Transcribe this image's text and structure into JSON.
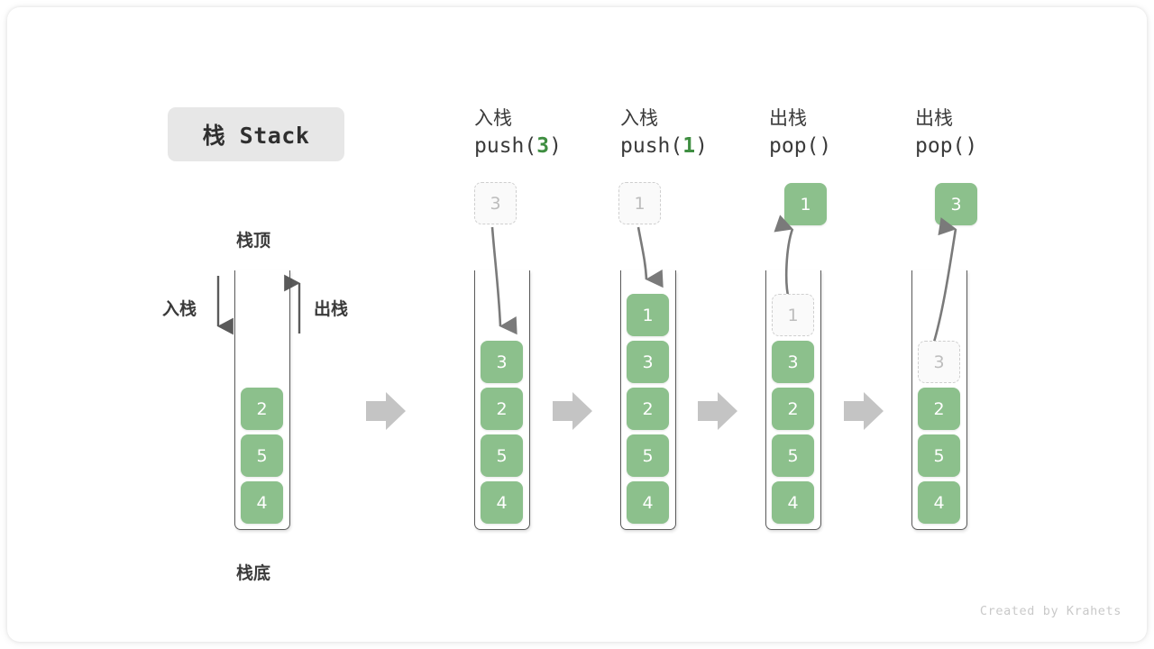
{
  "title": {
    "chip_label": "栈 Stack"
  },
  "legend": {
    "top_label": "栈顶",
    "bottom_label": "栈底",
    "push_label": "入栈",
    "pop_label": "出栈"
  },
  "colors": {
    "element_green": "#8cc08c",
    "code_accent_green": "#3f8e41",
    "ghost_border": "#cfcfcf",
    "ghost_text": "#bdbdbd",
    "container_stroke": "#5a5a5a",
    "flow_arrow_gray": "#c4c4c4",
    "chip_background": "#e7e7e7",
    "text_dark": "#3a3a3a",
    "footer_text": "#c9c9c9"
  },
  "columns": [
    {
      "id": "initial",
      "op_cn": "",
      "op_code": "",
      "op_arg": "",
      "float_cell": null,
      "float_style": "",
      "stack": [
        "2",
        "5",
        "4"
      ],
      "ghost_top": null,
      "arrow": "none"
    },
    {
      "id": "push-3",
      "op_cn": "入栈",
      "op_code_prefix": "push(",
      "op_arg": "3",
      "op_code_suffix": ")",
      "float_cell": "3",
      "float_style": "ghost",
      "stack": [
        "3",
        "2",
        "5",
        "4"
      ],
      "ghost_top": null,
      "arrow": "down"
    },
    {
      "id": "push-1",
      "op_cn": "入栈",
      "op_code_prefix": "push(",
      "op_arg": "1",
      "op_code_suffix": ")",
      "float_cell": "1",
      "float_style": "ghost",
      "stack": [
        "1",
        "3",
        "2",
        "5",
        "4"
      ],
      "ghost_top": null,
      "arrow": "down"
    },
    {
      "id": "pop-1",
      "op_cn": "出栈",
      "op_code_prefix": "pop(",
      "op_arg": "",
      "op_code_suffix": ")",
      "float_cell": "1",
      "float_style": "solid",
      "stack": [
        "3",
        "2",
        "5",
        "4"
      ],
      "ghost_top": "1",
      "arrow": "up"
    },
    {
      "id": "pop-3",
      "op_cn": "出栈",
      "op_code_prefix": "pop(",
      "op_arg": "",
      "op_code_suffix": ")",
      "float_cell": "3",
      "float_style": "solid",
      "stack": [
        "2",
        "5",
        "4"
      ],
      "ghost_top": "3",
      "arrow": "up-long"
    }
  ],
  "footer": {
    "credit": "Created by Krahets"
  }
}
